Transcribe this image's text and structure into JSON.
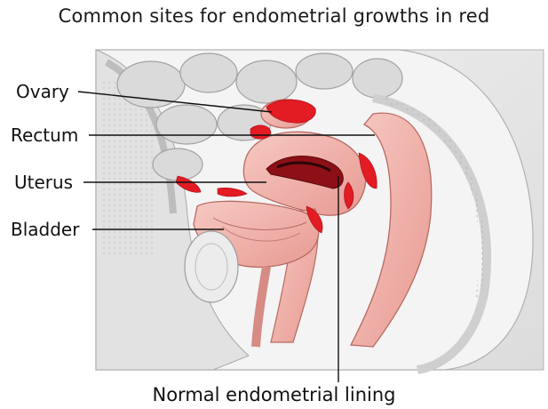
{
  "title": "Common sites for endometrial growths in red",
  "labels": {
    "ovary": "Ovary",
    "rectum": "Rectum",
    "uterus": "Uterus",
    "bladder": "Bladder",
    "lining": "Normal endometrial lining"
  },
  "colors": {
    "growth": "#e31b23",
    "tissue": "#f2b3ad",
    "tissue_dark": "#d97d77",
    "bone": "#e6e6e6",
    "outline": "#9a9a9a"
  }
}
